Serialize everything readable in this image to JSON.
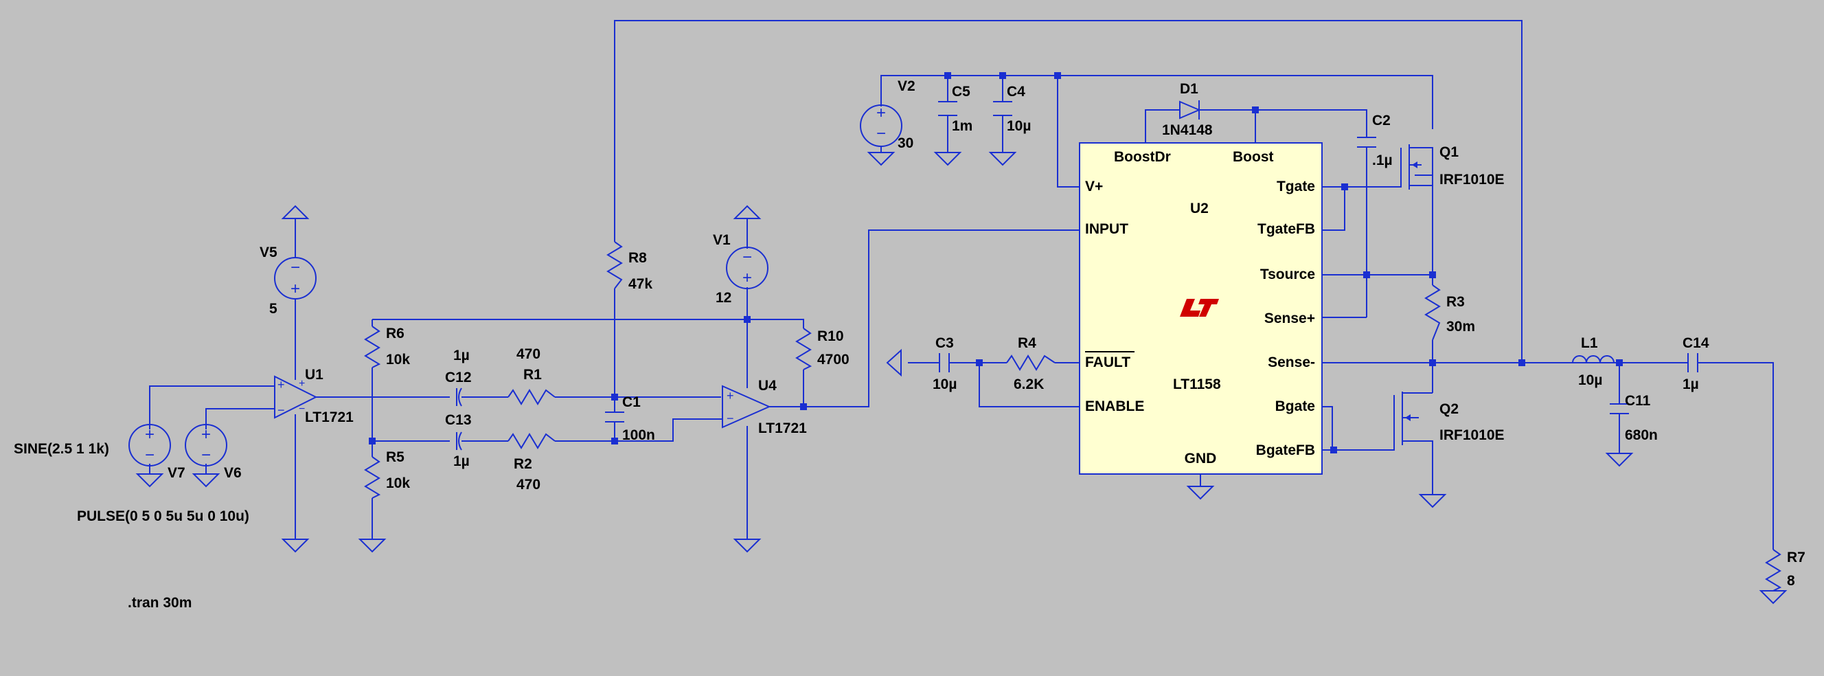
{
  "schematic": {
    "u1": {
      "ref": "U1",
      "part": "LT1721"
    },
    "u4": {
      "ref": "U4",
      "part": "LT1721"
    },
    "u2": {
      "ref": "U2",
      "part": "LT1158",
      "pins": {
        "boostdr": "BoostDr",
        "boost": "Boost",
        "vplus": "V+",
        "tgate": "Tgate",
        "input": "INPUT",
        "tgatefb": "TgateFB",
        "tsource": "Tsource",
        "senseplus": "Sense+",
        "fault": "FAULT",
        "senseminus": "Sense-",
        "enable": "ENABLE",
        "bgate": "Bgate",
        "bgatefb": "BgateFB",
        "gnd": "GND"
      }
    },
    "v5": {
      "ref": "V5",
      "value": "5"
    },
    "v1": {
      "ref": "V1",
      "value": "12"
    },
    "v2": {
      "ref": "V2",
      "value": "30"
    },
    "v7": {
      "ref": "V7",
      "value": "SINE(2.5 1 1k)"
    },
    "v6": {
      "ref": "V6",
      "value": "PULSE(0 5 0 5u 5u 0 10u)"
    },
    "r6": {
      "ref": "R6",
      "value": "10k"
    },
    "r5": {
      "ref": "R5",
      "value": "10k"
    },
    "r8": {
      "ref": "R8",
      "value": "47k"
    },
    "r1": {
      "ref": "R1",
      "value": "470"
    },
    "r2": {
      "ref": "R2",
      "value": "470"
    },
    "r10": {
      "ref": "R10",
      "value": "4700"
    },
    "r4": {
      "ref": "R4",
      "value": "6.2K"
    },
    "r3": {
      "ref": "R3",
      "value": "30m"
    },
    "r7": {
      "ref": "R7",
      "value": "8"
    },
    "c12": {
      "ref": "C12",
      "value": "1µ"
    },
    "c13": {
      "ref": "C13",
      "value": "1µ"
    },
    "c1": {
      "ref": "C1",
      "value": "100n"
    },
    "c3": {
      "ref": "C3",
      "value": "10µ"
    },
    "c5": {
      "ref": "C5",
      "value": "1m"
    },
    "c4": {
      "ref": "C4",
      "value": "10µ"
    },
    "c2": {
      "ref": "C2",
      "value": ".1µ"
    },
    "c11": {
      "ref": "C11",
      "value": "680n"
    },
    "c14": {
      "ref": "C14",
      "value": "1µ"
    },
    "d1": {
      "ref": "D1",
      "value": "1N4148"
    },
    "q1": {
      "ref": "Q1",
      "value": "IRF1010E"
    },
    "q2": {
      "ref": "Q2",
      "value": "IRF1010E"
    },
    "l1": {
      "ref": "L1",
      "value": "10µ"
    },
    "directive": ".tran 30m"
  }
}
